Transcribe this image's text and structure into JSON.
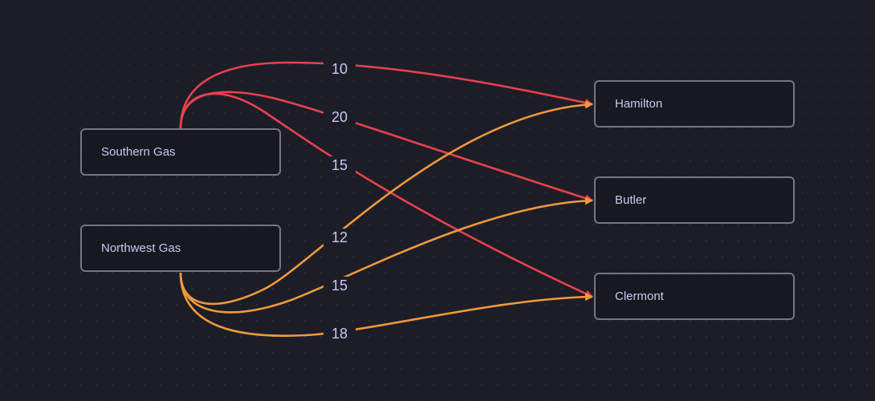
{
  "colors": {
    "background": "#1d1d28",
    "node_fill": "#181820",
    "node_border": "#767680",
    "text": "#c9c9f4",
    "edge_southern": "#e8424b",
    "edge_northwest": "#f09a3a"
  },
  "sources": [
    {
      "id": "southern",
      "label": "Southern Gas"
    },
    {
      "id": "northwest",
      "label": "Northwest Gas"
    }
  ],
  "targets": [
    {
      "id": "hamilton",
      "label": "Hamilton"
    },
    {
      "id": "butler",
      "label": "Butler"
    },
    {
      "id": "clermont",
      "label": "Clermont"
    }
  ],
  "edges": [
    {
      "from": "southern",
      "to": "hamilton",
      "label": "10"
    },
    {
      "from": "southern",
      "to": "butler",
      "label": "20"
    },
    {
      "from": "southern",
      "to": "clermont",
      "label": "15"
    },
    {
      "from": "northwest",
      "to": "hamilton",
      "label": "12"
    },
    {
      "from": "northwest",
      "to": "butler",
      "label": "15"
    },
    {
      "from": "northwest",
      "to": "clermont",
      "label": "18"
    }
  ]
}
